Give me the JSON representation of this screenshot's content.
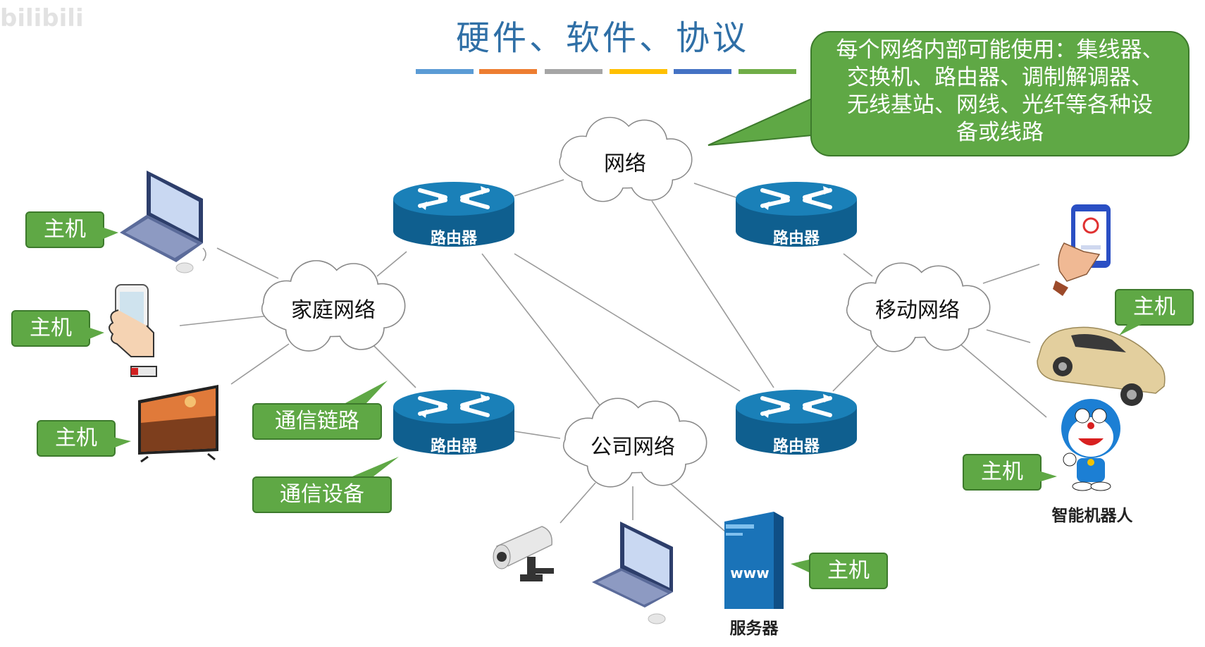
{
  "watermark": "bilibili",
  "title": "硬件、软件、协议",
  "title_bar_colors": [
    "#5b9bd5",
    "#ed7d31",
    "#a5a5a5",
    "#ffc000",
    "#4472c4",
    "#70ad47"
  ],
  "callout": {
    "line1": "每个网络内部可能使用：集线器、",
    "line2": "交换机、路由器、调制解调器、",
    "line3": "无线基站、网线、光纤等各种设",
    "line4": "备或线路"
  },
  "clouds": {
    "internet": "网络",
    "home": "家庭网络",
    "company": "公司网络",
    "mobile": "移动网络"
  },
  "router_label": "路由器",
  "host_label": "主机",
  "comm_link_label": "通信链路",
  "comm_device_label": "通信设备",
  "robot_label": "智能机器人",
  "server_label": "服务器",
  "server_www": "www",
  "colors": {
    "green": "#5fa845",
    "router": "#1a73a8",
    "title": "#2f6fa6"
  }
}
